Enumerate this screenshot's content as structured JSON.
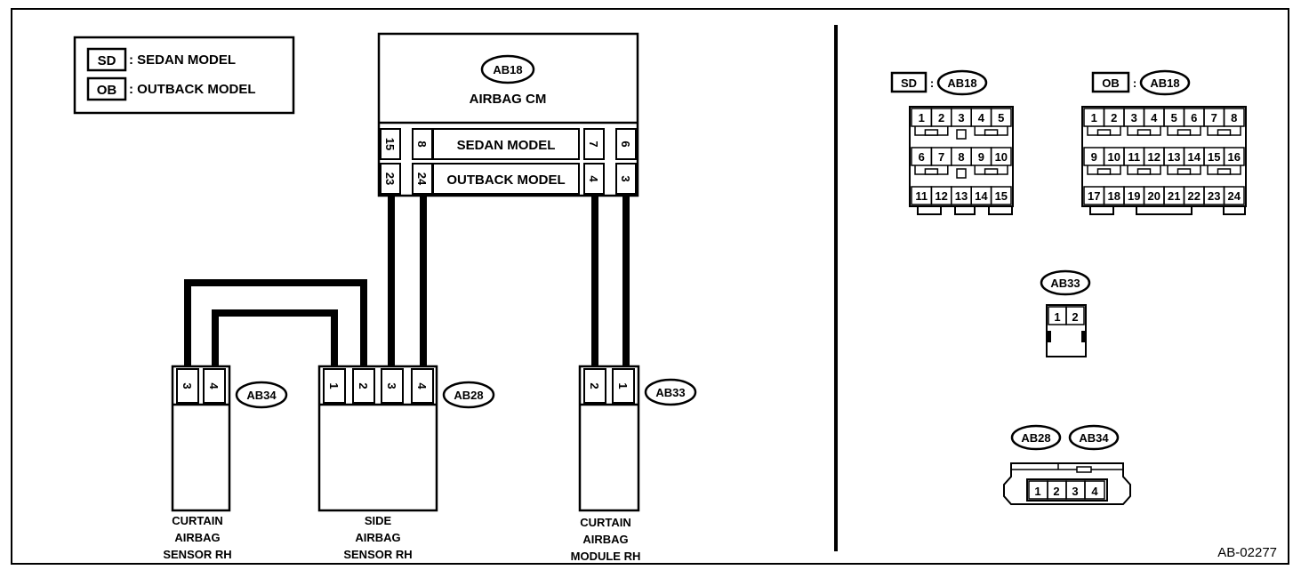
{
  "legend": {
    "sd_code": "SD",
    "sd_label": ": SEDAN MODEL",
    "ob_code": "OB",
    "ob_label": ": OUTBACK MODEL"
  },
  "airbag_cm": {
    "connector": "AB18",
    "name": "AIRBAG CM",
    "sedan_row_label": "SEDAN MODEL",
    "outback_row_label": "OUTBACK MODEL",
    "sedan_pins": [
      "15",
      "8",
      "7",
      "6"
    ],
    "outback_pins": [
      "23",
      "24",
      "4",
      "3"
    ]
  },
  "curtain_sensor": {
    "connector": "AB34",
    "pins": [
      "3",
      "4"
    ],
    "label_lines": [
      "CURTAIN",
      "AIRBAG",
      "SENSOR RH"
    ]
  },
  "side_sensor": {
    "connector": "AB28",
    "pins": [
      "1",
      "2",
      "3",
      "4"
    ],
    "label_lines": [
      "SIDE",
      "AIRBAG",
      "SENSOR RH"
    ]
  },
  "curtain_module": {
    "connector": "AB33",
    "pins": [
      "2",
      "1"
    ],
    "label_lines": [
      "CURTAIN",
      "AIRBAG",
      "MODULE RH"
    ]
  },
  "connector_views": {
    "sd_view": {
      "code": "SD",
      "sep": ":",
      "connector": "AB18",
      "row1": [
        "1",
        "2",
        "3",
        "4",
        "5"
      ],
      "row2": [
        "6",
        "7",
        "8",
        "9",
        "10"
      ],
      "row3": [
        "11",
        "12",
        "13",
        "14",
        "15"
      ]
    },
    "ob_view": {
      "code": "OB",
      "sep": ":",
      "connector": "AB18",
      "row1": [
        "1",
        "2",
        "3",
        "4",
        "5",
        "6",
        "7",
        "8"
      ],
      "row2": [
        "9",
        "10",
        "11",
        "12",
        "13",
        "14",
        "15",
        "16"
      ],
      "row3": [
        "17",
        "18",
        "19",
        "20",
        "21",
        "22",
        "23",
        "24"
      ]
    },
    "ab33_view": {
      "connector": "AB33",
      "pins": [
        "1",
        "2"
      ]
    },
    "ab28_ab34_view": {
      "connector_a": "AB28",
      "connector_b": "AB34",
      "pins": [
        "1",
        "2",
        "3",
        "4"
      ]
    }
  },
  "figure_id": "AB-02277"
}
